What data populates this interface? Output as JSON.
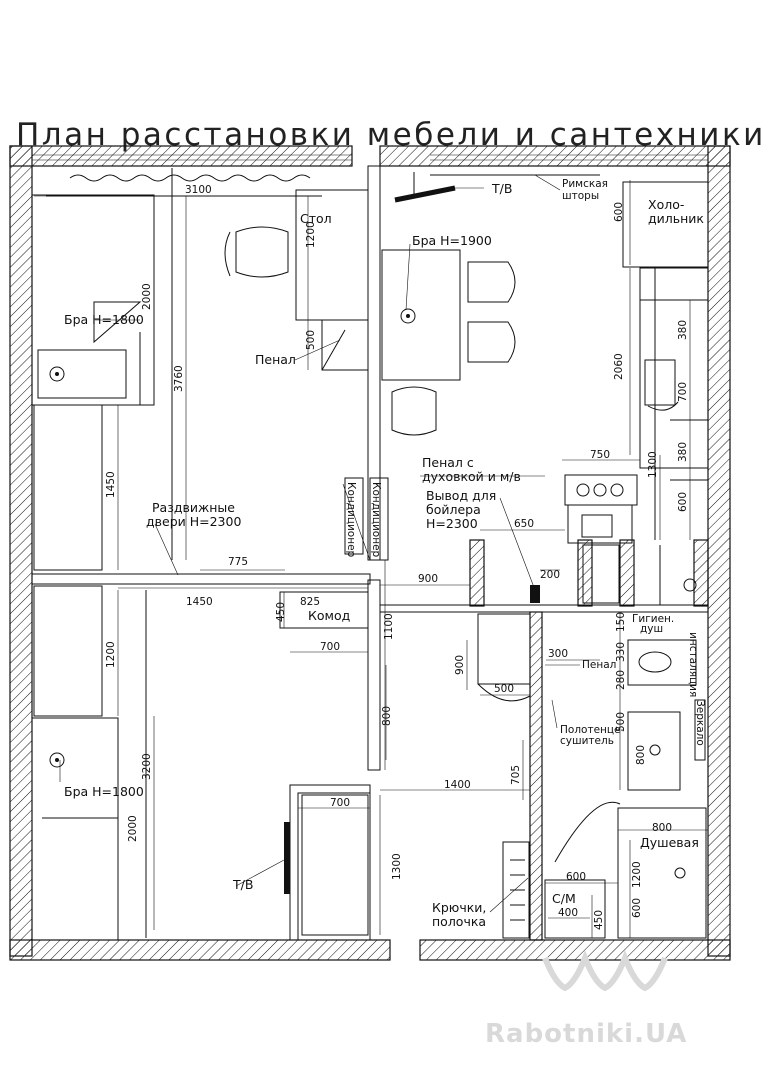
{
  "title": "План расстановки мебели и сантехники",
  "labels": {
    "stol": "Стол",
    "bra_1900": "Бра Н=1900",
    "tv_top": "Т/В",
    "rimskaya_1": "Римская",
    "rimskaya_2": "шторы",
    "holod_1": "Холо-",
    "holod_2": "дильник",
    "bra_1800_top": "Бра Н=1800",
    "penal_left": "Пенал",
    "penal_duh_1": "Пенал с",
    "penal_duh_2": "духовкой и м/в",
    "vyvod_1": "Вывод для",
    "vyvod_2": "бойлера",
    "vyvod_3": "Н=2300",
    "kond_1": "Кондиционер",
    "kond_2": "Кондиционер",
    "razdv_1": "Раздвижные",
    "razdv_2": "двери Н=2300",
    "komod": "Комод",
    "penal_bath": "Пенал",
    "gigien_1": "Гигиен.",
    "gigien_2": "душ",
    "installation": "инсталяция",
    "zerkalo": "Зеркало",
    "polot_1": "Полотенце-",
    "polot_2": "сушитель",
    "dush": "Душевая",
    "bra_1800_bottom": "Бра Н=1800",
    "tv_bottom": "Т/В",
    "kryuchki_1": "Крючки,",
    "kryuchki_2": "полочка",
    "sm": "С/М"
  },
  "dims": {
    "d3100": "3100",
    "d1200a": "1200",
    "d500a": "500",
    "d2000a": "2000",
    "d3760": "3760",
    "d1450v": "1450",
    "d775": "775",
    "d825": "825",
    "d1450h": "1450",
    "d450a": "450",
    "d700a": "700",
    "d900h": "900",
    "d1100": "1100",
    "d650": "650",
    "d200": "200",
    "d600a": "600",
    "d2060": "2060",
    "d380a": "380",
    "d700b": "700",
    "d380b": "380",
    "d750": "750",
    "d1300a": "1300",
    "d600b": "600",
    "d900v": "900",
    "d500b": "500",
    "d300": "300",
    "d150": "150",
    "d330": "330",
    "d280": "280",
    "d500c": "500",
    "d800a": "800",
    "d800b": "800",
    "d1400": "1400",
    "d705": "705",
    "d700c": "700",
    "d1300b": "1300",
    "d1200b": "1200",
    "d3200": "3200",
    "d2000b": "2000",
    "d800c": "800",
    "d1200c": "1200",
    "d600c": "600",
    "d600d": "600",
    "d400": "400",
    "d450b": "450"
  },
  "watermark": "Rabotniki.UA"
}
